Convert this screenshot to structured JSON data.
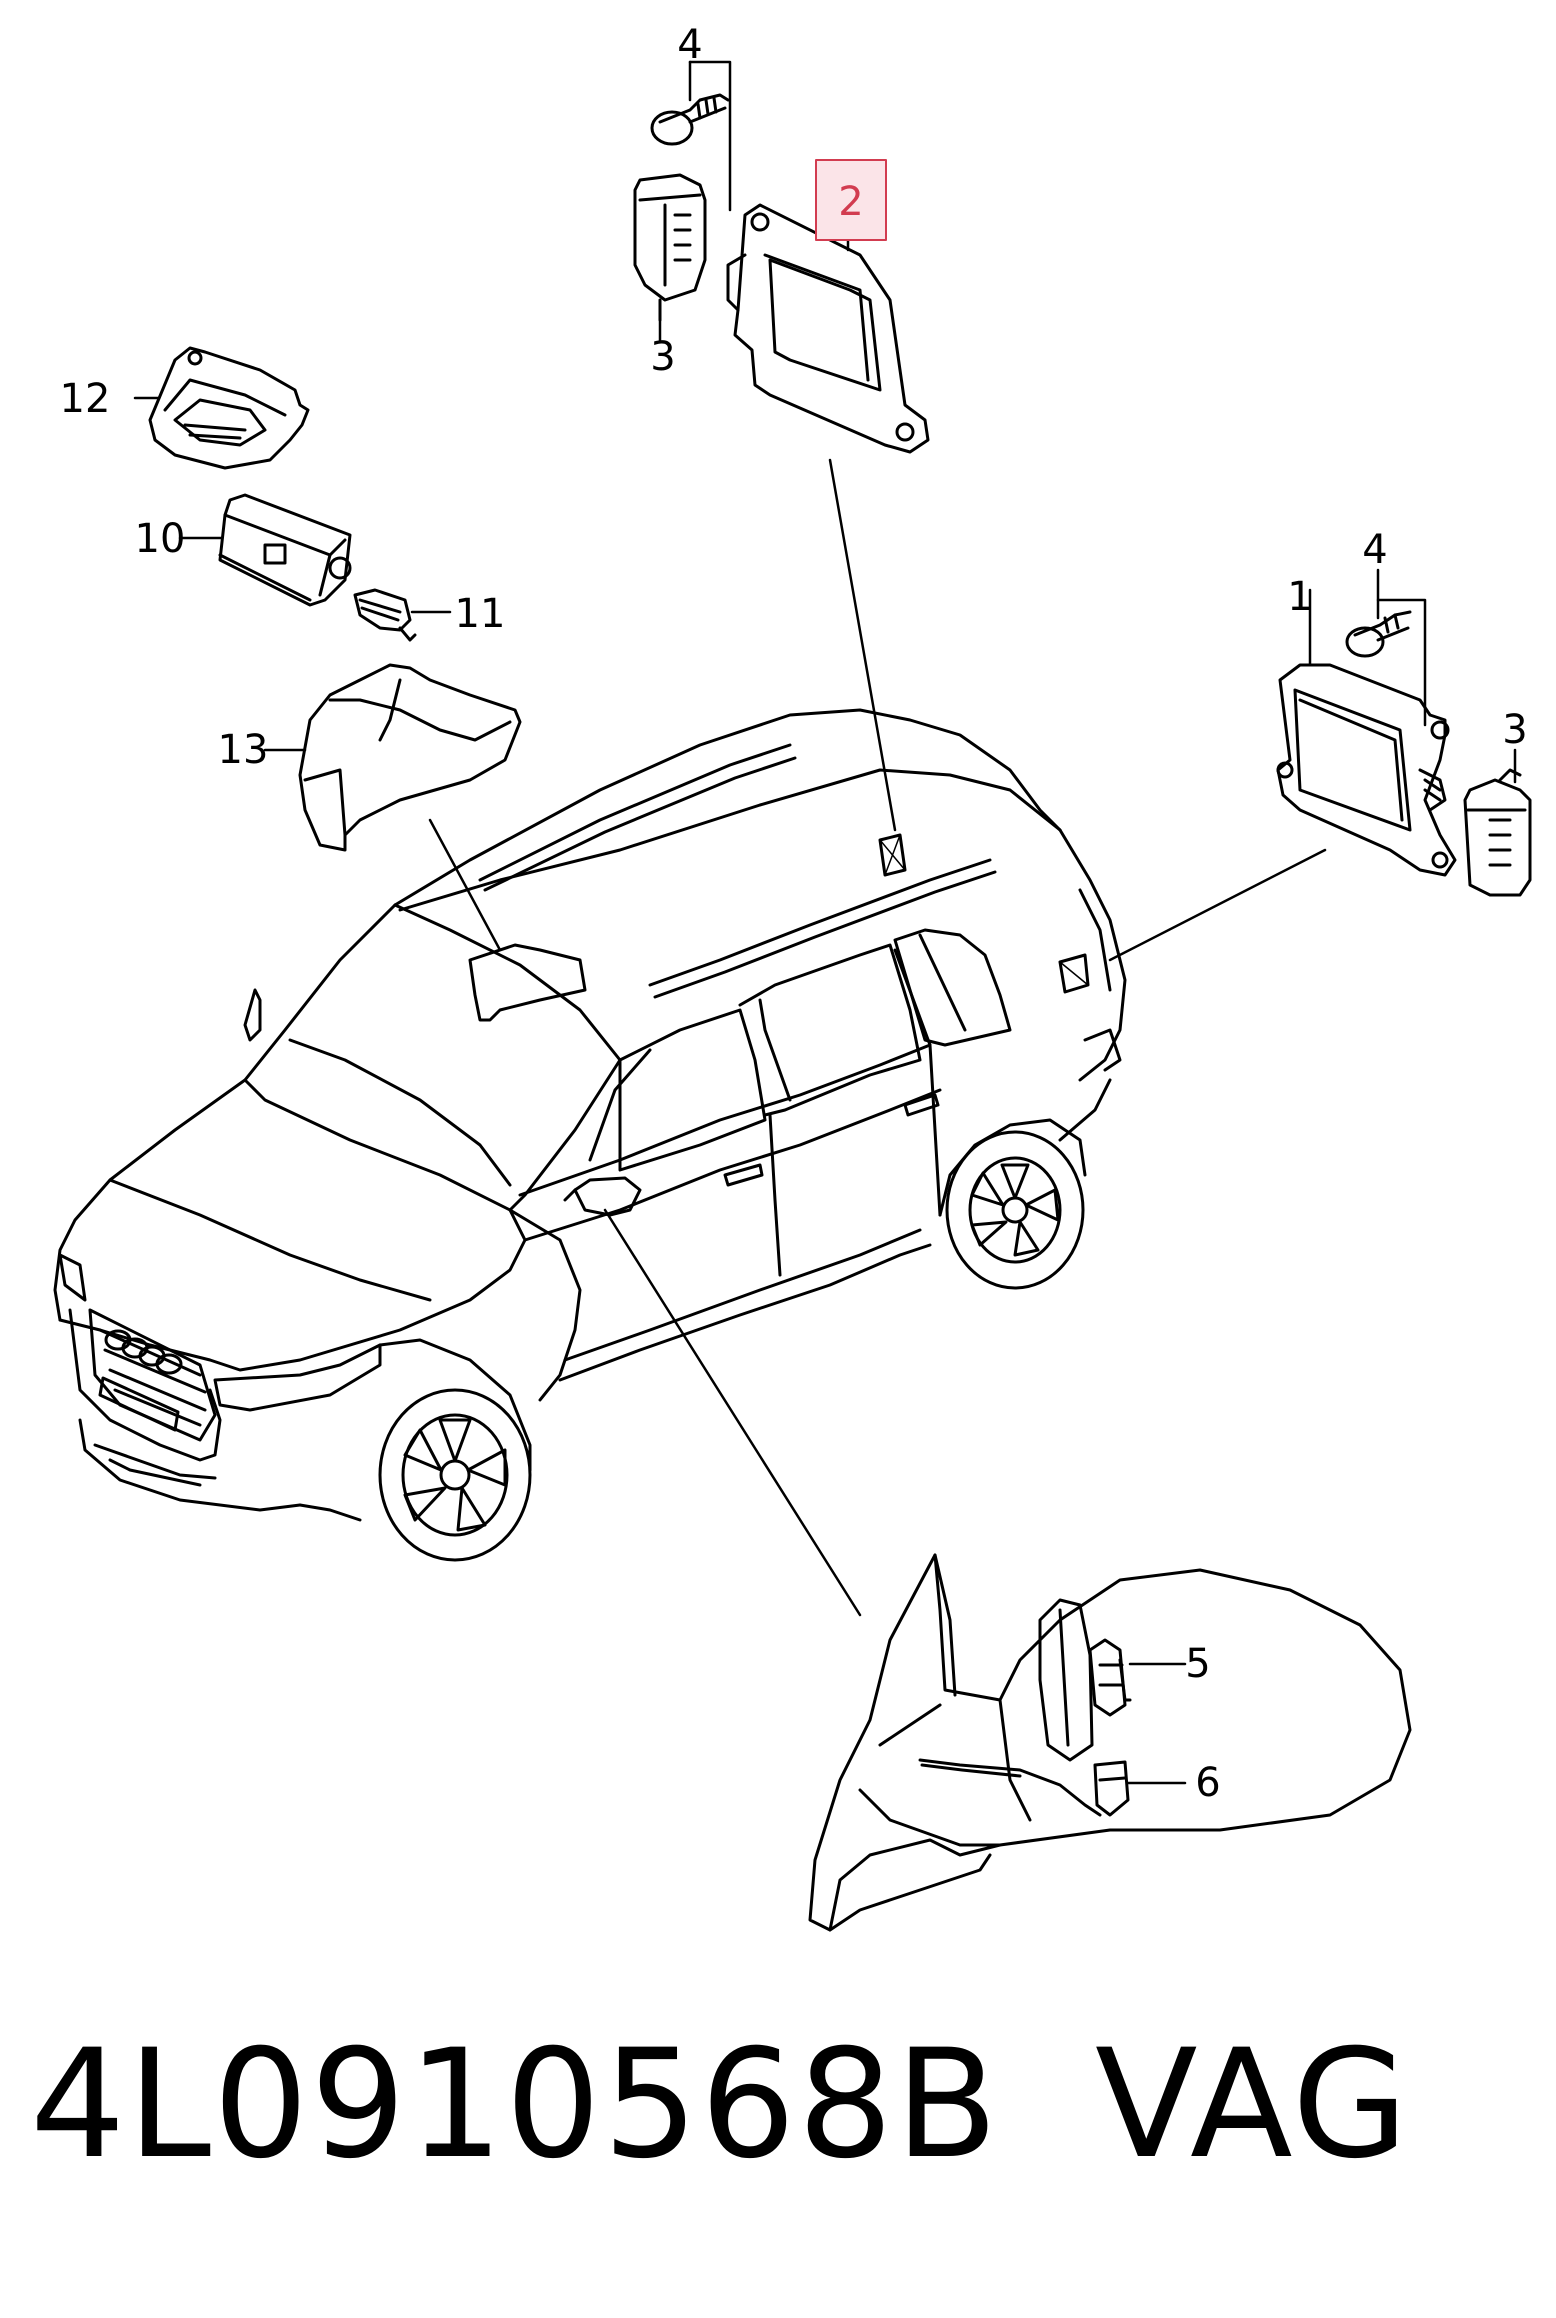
{
  "callouts": {
    "c1": "1",
    "c2": "2",
    "c3a": "3",
    "c3b": "3",
    "c4a": "4",
    "c4b": "4",
    "c5": "5",
    "c6": "6",
    "c10": "10",
    "c11": "11",
    "c12": "12",
    "c13": "13"
  },
  "highlight": {
    "label": "2",
    "color": "#d23c50"
  },
  "footer": {
    "part_number": "4L0910568B",
    "brand": "VAG"
  }
}
